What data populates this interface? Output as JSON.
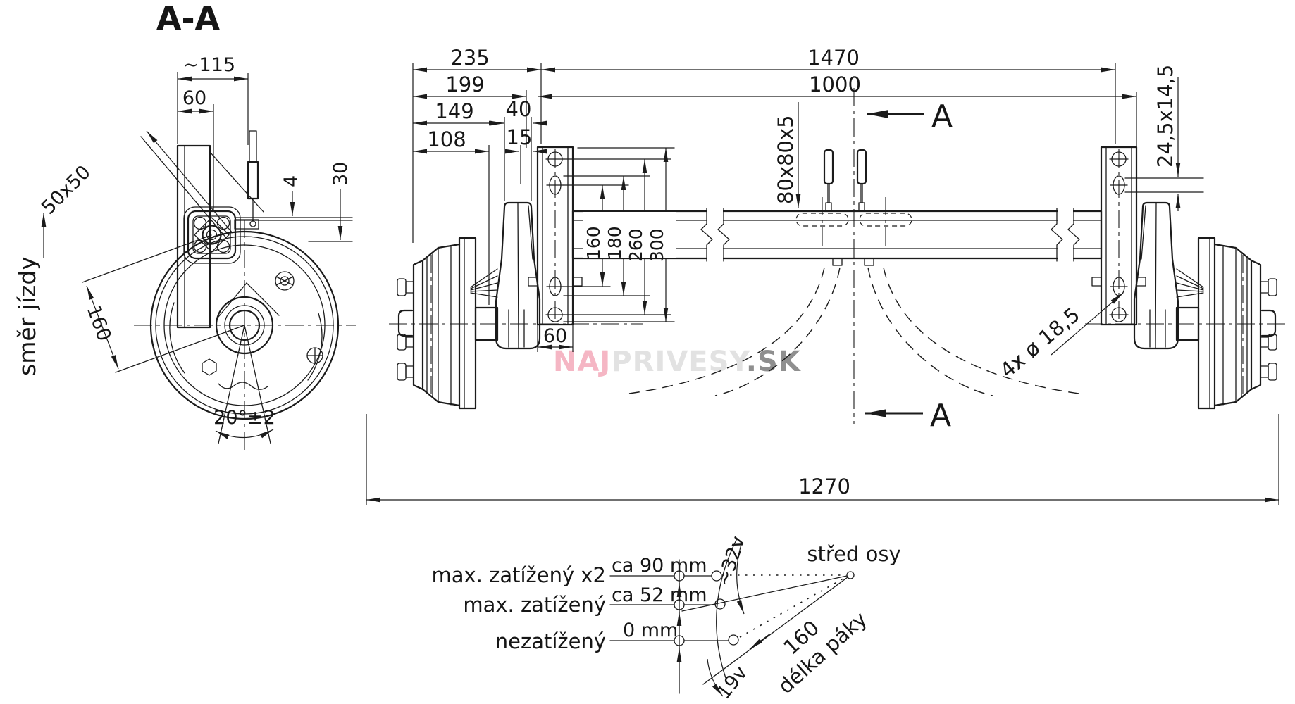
{
  "section_view": {
    "title": "A-A",
    "dim_width_approx": "~115",
    "dim_plate_offset": "60",
    "dim_tube": "50x50",
    "dim_gap": "4",
    "dim_drop": "30",
    "dim_arm_length": "160",
    "dim_arm_angle": "20°±2",
    "direction_label": "směr jízdy"
  },
  "main_view": {
    "dim_235": "235",
    "dim_199": "199",
    "dim_149": "149",
    "dim_40": "40",
    "dim_108": "108",
    "dim_15": "15",
    "dim_1470": "1470",
    "dim_1000": "1000",
    "dim_beam_profile": "80x80x5",
    "dim_slot": "24,5x14,5",
    "dim_hole_160": "160",
    "dim_hole_180": "180",
    "dim_hole_260": "260",
    "dim_hole_300": "300",
    "dim_plate_width": "60",
    "dim_holes_count": "4x ø 18,5",
    "dim_overall": "1270",
    "section_marker_top": "A",
    "section_marker_bottom": "A"
  },
  "lever_diagram": {
    "row1_label": "max. zatížený x2",
    "row1_value": "ca 90 mm",
    "row2_label": "max. zatížený",
    "row2_value": "ca 52 mm",
    "row3_label": "nezatížený",
    "row3_value": "0 mm",
    "angle_upper": "~32v",
    "angle_lower": "19v",
    "axis_center_label": "střed osy",
    "lever_length": "160",
    "lever_length_label": "délka páky"
  },
  "watermark": {
    "part1": "NAJ",
    "part2": "PRIVESY",
    "part3": ".SK",
    "color1": "#f5b6c4",
    "color2": "#e2e2e2",
    "color3": "#8f8f8f"
  }
}
